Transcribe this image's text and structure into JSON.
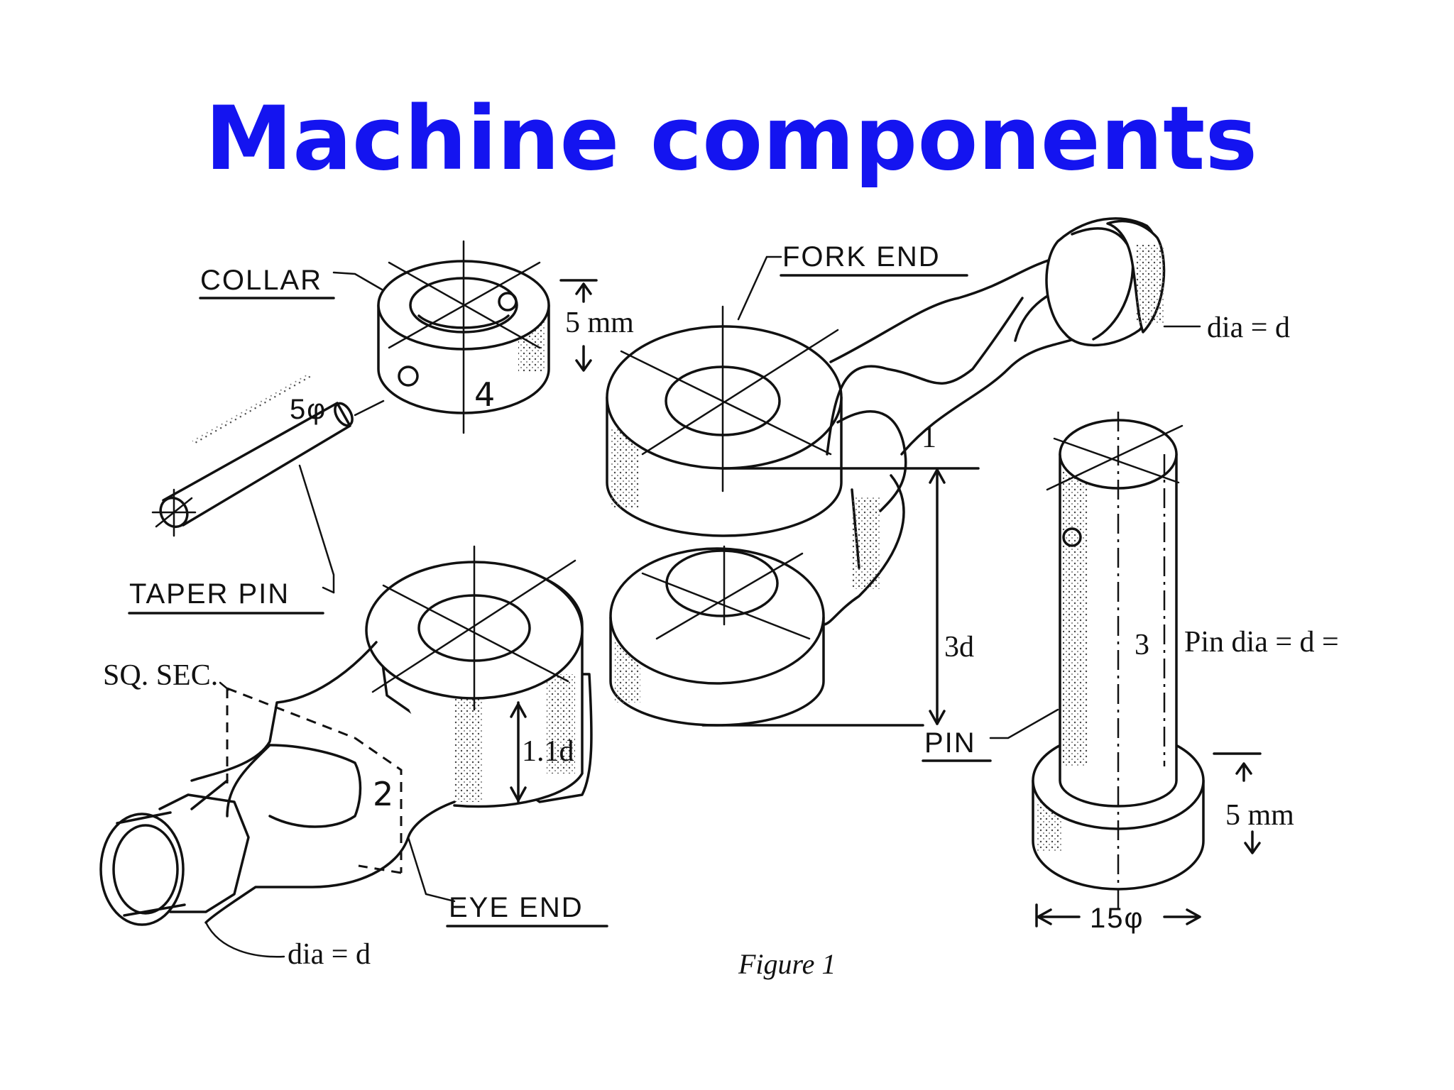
{
  "title": "Machine components",
  "labels": {
    "collar": "COLLAR",
    "fork_end": "FORK  END",
    "taper_pin": "TAPER  PIN",
    "eye_end": "EYE  END",
    "pin": "PIN",
    "sq_sec": "SQ. SEC.",
    "collar_height": "5 mm",
    "taper_dia": "5φ",
    "fork_dia": "dia = d",
    "eye_dia": "dia = d",
    "pin_dia": "Pin dia = d =",
    "fork_gap": "3d",
    "eye_thickness": "1.1d",
    "pin_head": "5 mm",
    "pin_head_dia": "15φ",
    "part_1": "1",
    "part_2": "2",
    "part_3": "3",
    "part_4": "4",
    "figure_caption": "Figure 1"
  },
  "colors": {
    "title": "#1414f0",
    "ink": "#111111",
    "background": "#ffffff"
  }
}
